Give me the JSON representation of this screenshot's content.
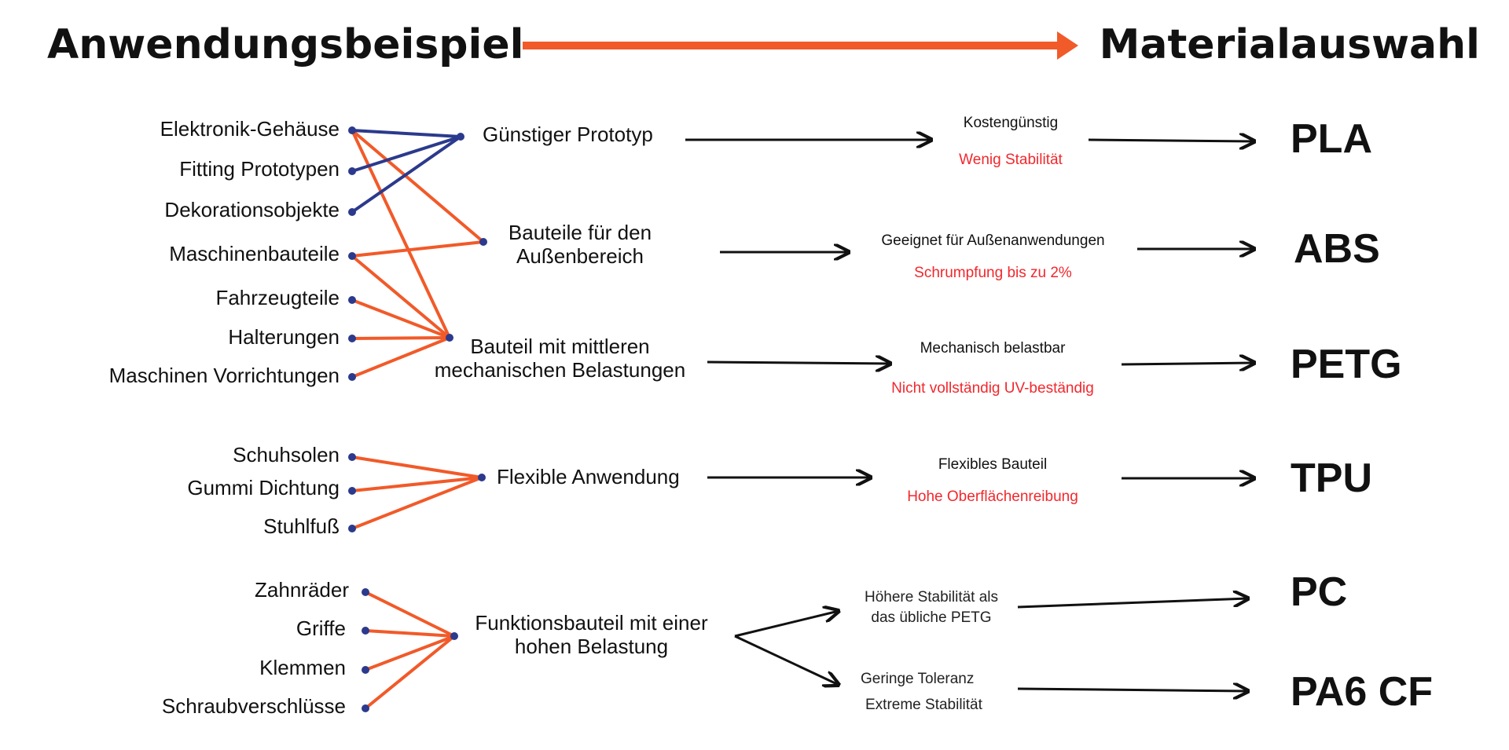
{
  "header": {
    "left_title": "Anwendungsbeispiel",
    "right_title": "Materialauswahl"
  },
  "colors": {
    "navy": "#2b3a8c",
    "orange": "#f15a29",
    "black": "#111111",
    "red": "#f1282d"
  },
  "applications": [
    "Elektronik-Gehäuse",
    "Fitting Prototypen",
    "Dekorationsobjekte",
    "Maschinenbauteile",
    "Fahrzeugteile",
    "Halterungen",
    "Maschinen Vorrichtungen",
    "Schuhsolen",
    "Gummi Dichtung",
    "Stuhlfuß",
    "Zahnräder",
    "Griffe",
    "Klemmen",
    "Schraubverschlüsse"
  ],
  "categories": [
    [
      "Günstiger Prototyp"
    ],
    [
      "Bauteile für den",
      "Außenbereich"
    ],
    [
      "Bauteil mit mittleren",
      "mechanischen Belastungen"
    ],
    [
      "Flexible Anwendung"
    ],
    [
      "Funktionsbauteil mit einer",
      "hohen Belastung"
    ]
  ],
  "properties": [
    {
      "pro": "Kostengünstig",
      "con": "Wenig Stabilität"
    },
    {
      "pro": "Geeignet für Außenanwendungen",
      "con": "Schrumpfung bis zu 2%"
    },
    {
      "pro": "Mechanisch belastbar",
      "con": "Nicht vollständig UV-beständig"
    },
    {
      "pro": "Flexibles Bauteil",
      "con": "Hohe Oberflächenreibung"
    }
  ],
  "branch_notes": {
    "pc": [
      "Höhere Stabilität als",
      "das übliche PETG"
    ],
    "pa6": [
      "Geringe Toleranz",
      "Extreme Stabilität"
    ]
  },
  "materials": [
    "PLA",
    "ABS",
    "PETG",
    "TPU",
    "PC",
    "PA6 CF"
  ]
}
